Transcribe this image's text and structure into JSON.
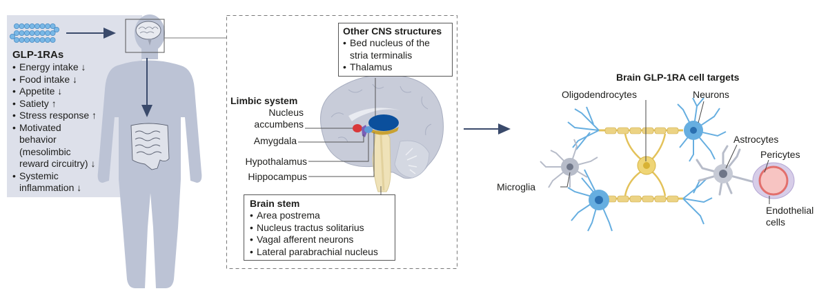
{
  "left_panel": {
    "title": "GLP-1RAs",
    "effects": [
      "Energy intake ↓",
      "Food intake ↓",
      "Appetite ↓",
      "Satiety ↑",
      "Stress response ↑",
      "Motivated behavior (mesolimbic reward circuitry) ↓",
      "Systemic inflammation ↓"
    ],
    "effects_lines": [
      [
        "Energy intake ↓"
      ],
      [
        "Food intake ↓"
      ],
      [
        "Appetite ↓"
      ],
      [
        "Satiety ↑"
      ],
      [
        "Stress response ↑"
      ],
      [
        "Motivated",
        "behavior",
        "(mesolimbic",
        "reward circuitry) ↓"
      ],
      [
        "Systemic",
        "inflammation ↓"
      ]
    ]
  },
  "other_cns": {
    "title": "Other CNS structures",
    "items": [
      "Bed nucleus of the stria terminalis",
      "Thalamus"
    ],
    "item_lines": [
      [
        "Bed nucleus of the",
        "stria terminalis"
      ],
      [
        "Thalamus"
      ]
    ]
  },
  "limbic": {
    "title": "Limbic system",
    "labels": [
      "Nucleus accumbens",
      "Amygdala",
      "Hypothalamus",
      "Hippocampus"
    ],
    "label_lines": [
      [
        "Nucleus",
        "accumbens"
      ],
      [
        "Amygdala"
      ],
      [
        "Hypothalamus"
      ],
      [
        "Hippocampus"
      ]
    ]
  },
  "brain_stem": {
    "title": "Brain stem",
    "items": [
      "Area postrema",
      "Nucleus tractus solitarius",
      "Vagal afferent neurons",
      "Lateral parabrachial nucleus"
    ]
  },
  "cell_targets": {
    "title": "Brain  GLP-1RA cell targets",
    "labels": {
      "oligodendrocytes": "Oligodendrocytes",
      "neurons": "Neurons",
      "astrocytes": "Astrocytes",
      "pericytes": "Pericytes",
      "microglia": "Microglia",
      "endothelial_line1": "Endothelial",
      "endothelial_line2": "cells"
    }
  },
  "colors": {
    "panel_bg": "#dde0ea",
    "body_silhouette": "#bcc3d5",
    "arrow": "#3a4a6b",
    "peptide": "#7ab8e6",
    "neuron": "#66aee0",
    "oligodendrocyte": "#e9c95a",
    "astro_microglia": "#b7bcc9",
    "endothelial": "#f29a9a",
    "thalamus": "#0b4f9c",
    "nucleus_accumbens": "#d9383a",
    "brainstem": "#efe2b8"
  }
}
